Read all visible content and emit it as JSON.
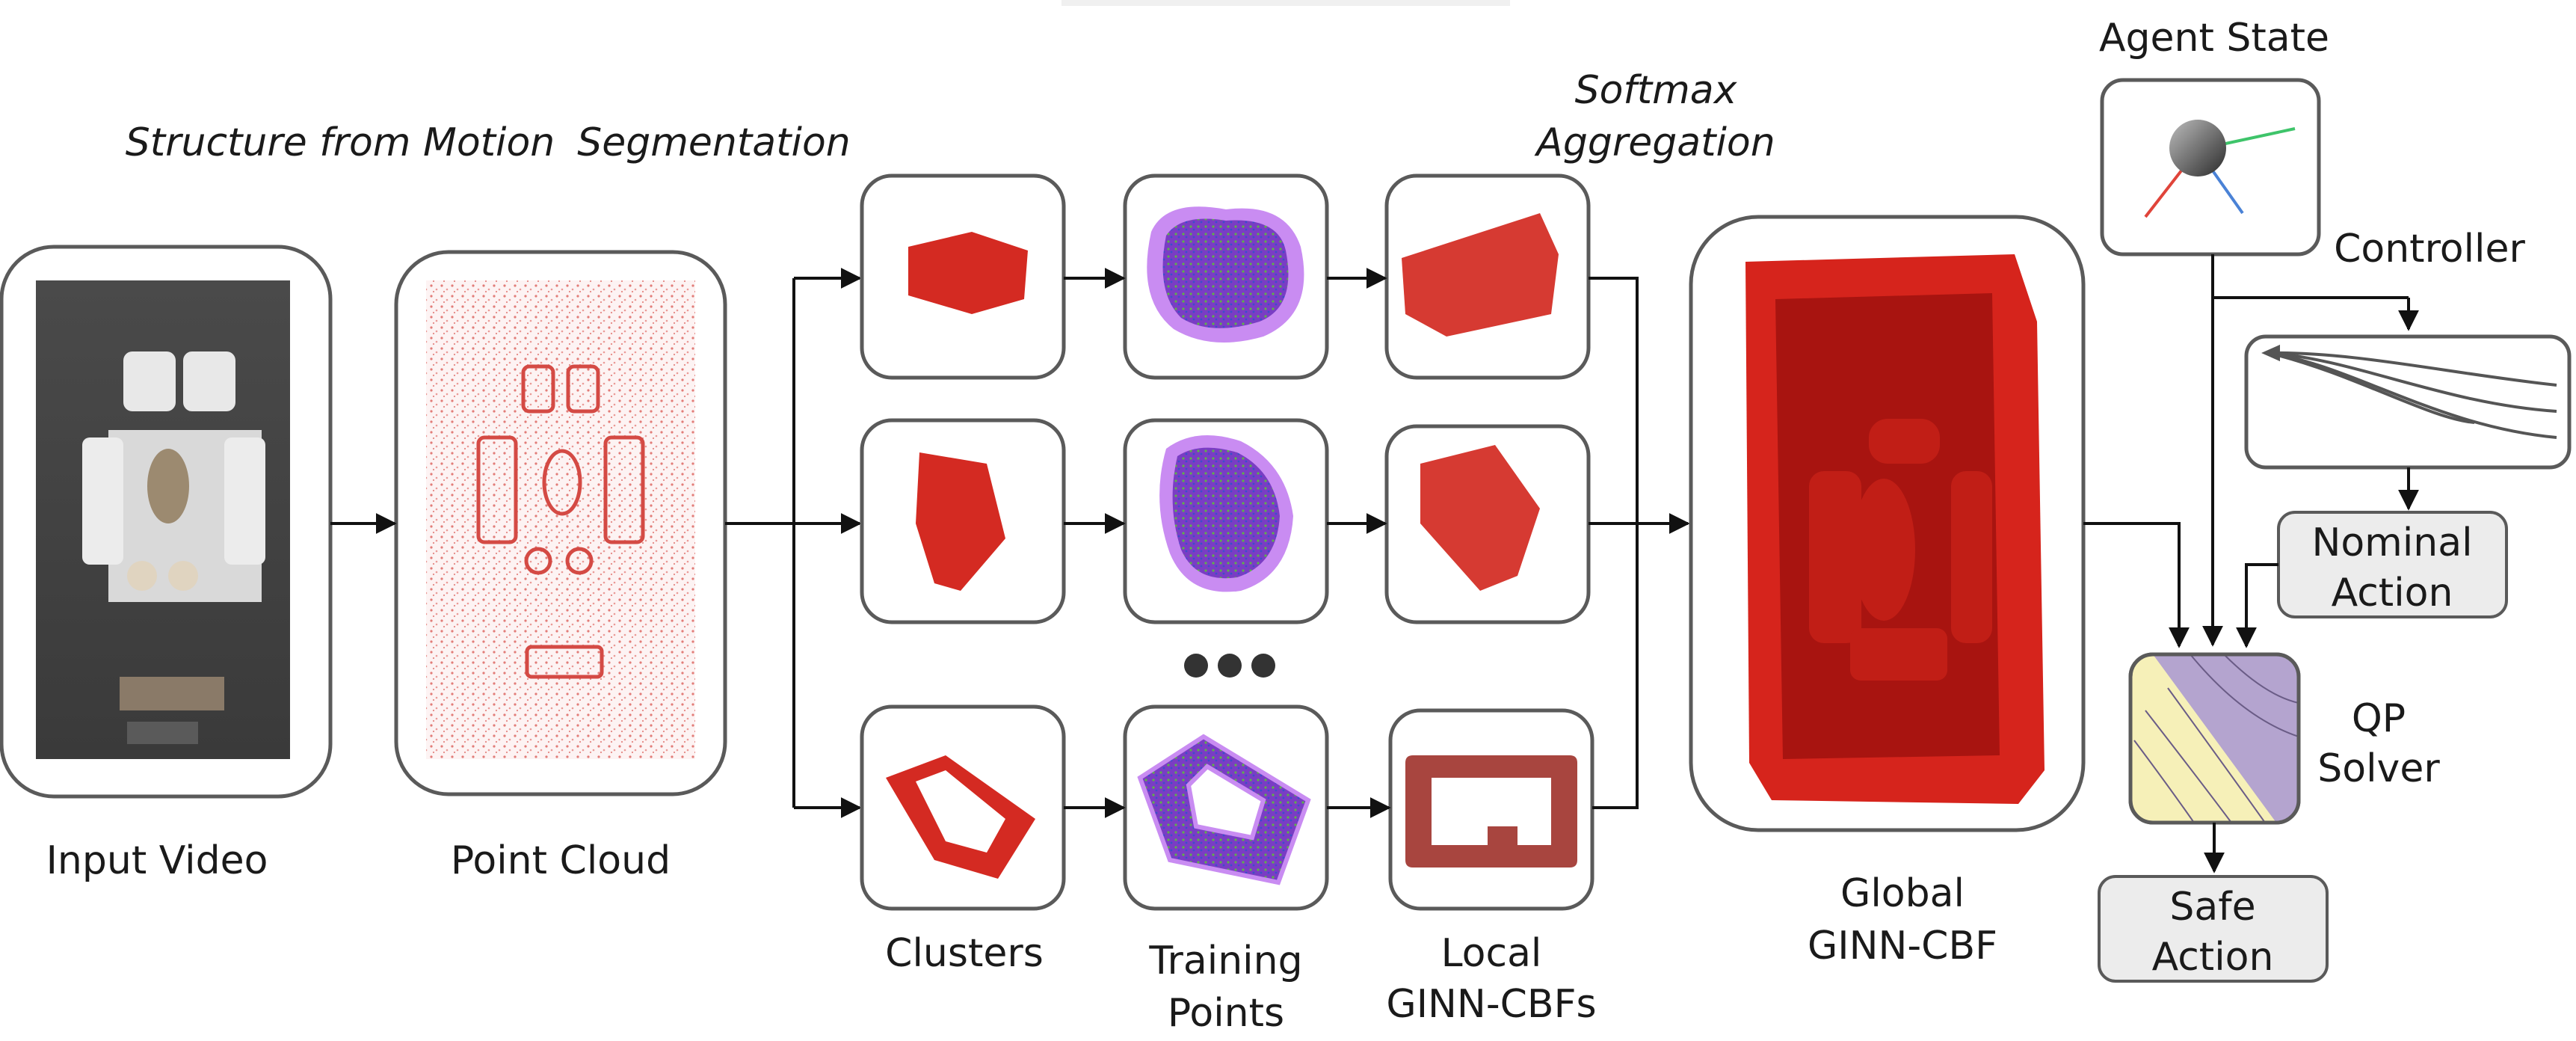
{
  "stages": {
    "sfm": "Structure from Motion",
    "segmentation": "Segmentation",
    "softmax_line1": "Softmax",
    "softmax_line2": "Aggregation"
  },
  "panels": {
    "input_video": "Input Video",
    "point_cloud": "Point Cloud",
    "clusters": "Clusters",
    "training_points_line1": "Training",
    "training_points_line2": "Points",
    "local_line1": "Local",
    "local_line2": "GINN-CBFs",
    "global_line1": "Global",
    "global_line2": "GINN-CBF"
  },
  "control": {
    "agent_state": "Agent State",
    "controller": "Controller",
    "nominal_line1": "Nominal",
    "nominal_line2": "Action",
    "qp_line1": "QP",
    "qp_line2": "Solver",
    "safe_line1": "Safe",
    "safe_line2": "Action"
  },
  "colors": {
    "object_red": "#d42a22",
    "point_pink": "#e89a98",
    "training_purple": "#9b4fd8",
    "training_green": "#5fa84a",
    "qp_yellow": "#f6f0b8",
    "qp_purple": "#b4a4cf",
    "agent_x": "#e0443a",
    "agent_y": "#3ec46a",
    "agent_z": "#4a82d6"
  },
  "icons": {
    "ellipsis": "three-dots-icon",
    "agent": "sphere-with-axes-icon"
  }
}
